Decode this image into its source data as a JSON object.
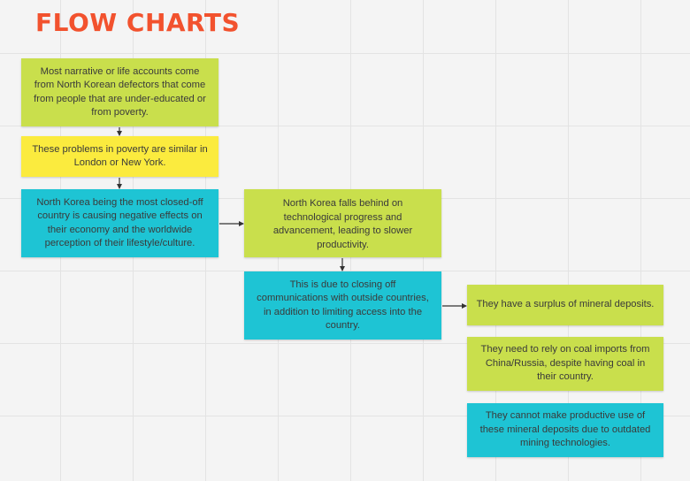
{
  "title": "FLOW CHARTS",
  "colors": {
    "title": "#f2522e",
    "green_note": "#c9df4c",
    "yellow_note": "#fbeb3e",
    "cyan_note": "#1ec4d4",
    "connector": "#333333"
  },
  "notes": {
    "n1": "Most narrative or life accounts come from North Korean defectors that come from people that are under-educated or from poverty.",
    "n2": "These problems in poverty are similar in London or New York.",
    "n3": "North Korea being the most closed-off country is causing negative effects on their economy and the worldwide perception of their lifestyle/culture.",
    "n4": "North Korea falls behind on technological progress and advancement, leading to slower productivity.",
    "n5": "This is due to closing off communications with outside countries, in addition to limiting access into the country.",
    "n6": "They have a surplus of mineral deposits.",
    "n7": "They need to rely on coal imports from China/Russia, despite having coal in their country.",
    "n8": "They cannot make productive use of these mineral deposits due to outdated mining technologies."
  }
}
